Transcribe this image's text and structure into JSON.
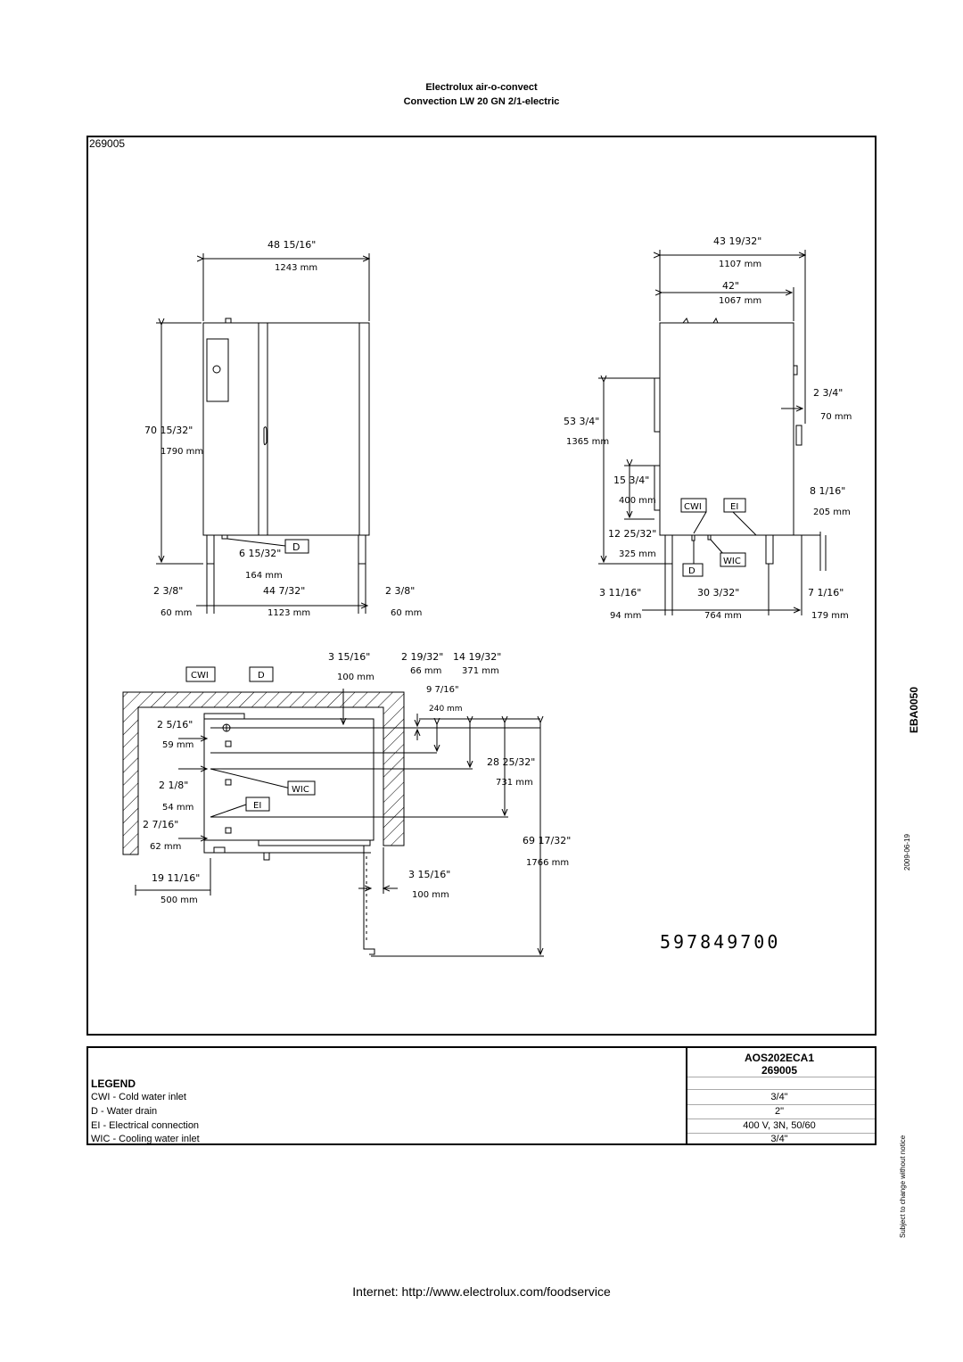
{
  "header": {
    "brand_line": "Electrolux air-o-convect",
    "model_line": "Convection LW 20 GN 2/1-electric"
  },
  "drawing": {
    "code": "269005",
    "reference_number": "597849700",
    "drawing_id": "EBA0050",
    "date": "2009-06-19",
    "front": {
      "width_in": "48 15/16\"",
      "width_mm": "1243 mm",
      "height_in": "70 15/32\"",
      "height_mm": "1790 mm",
      "drain_height_in": "6 15/32\"",
      "drain_height_mm": "164 mm",
      "left_in": "2 3/8\"",
      "left_mm": "60 mm",
      "center_in": "44 7/32\"",
      "center_mm": "1123 mm",
      "right_in": "2 3/8\"",
      "right_mm": "60 mm"
    },
    "side": {
      "depth_in": "43 19/32\"",
      "depth_mm": "1107 mm",
      "body_in": "42\"",
      "body_mm": "1067 mm",
      "top_in": "53 3/4\"",
      "top_mm": "1365 mm",
      "mid_in": "15 3/4\"",
      "mid_mm": "400 mm",
      "low_in": "12 25/32\"",
      "low_mm": "325 mm",
      "right_top_in": "2 3/4\"",
      "right_top_mm": "70 mm",
      "right_mid_in": "8 1/16\"",
      "right_mid_mm": "205 mm",
      "b1_in": "3 11/16\"",
      "b1_mm": "94 mm",
      "b2_in": "30 3/32\"",
      "b2_mm": "764 mm",
      "b3_in": "7 1/16\"",
      "b3_mm": "179 mm"
    },
    "plan": {
      "a_in": "3 15/16\"",
      "a_mm": "100 mm",
      "b_in": "2 19/32\"",
      "b_mm": "66 mm",
      "c_in": "14 19/32\"",
      "c_mm": "371 mm",
      "d_in": "9 7/16\"",
      "d_mm": "240 mm",
      "e_in": "2 5/16\"",
      "e_mm": "59 mm",
      "f_in": "2 1/8\"",
      "f_mm": "54 mm",
      "g_in": "2 7/16\"",
      "g_mm": "62 mm",
      "h_in": "19 11/16\"",
      "h_mm": "500 mm",
      "i_in": "28 25/32\"",
      "i_mm": "731 mm",
      "j_in": "69 17/32\"",
      "j_mm": "1766 mm",
      "k_in": "3 15/16\"",
      "k_mm": "100 mm"
    },
    "tags": {
      "cwi": "CWI",
      "d": "D",
      "ei": "EI",
      "wic": "WIC"
    }
  },
  "legend": {
    "model": "AOS202ECA1",
    "code": "269005",
    "title": "LEGEND",
    "rows": [
      {
        "label": "CWI - Cold water inlet",
        "value": "3/4\""
      },
      {
        "label": "D - Water drain",
        "value": "2\""
      },
      {
        "label": "EI - Electrical connection",
        "value": "400 V, 3N, 50/60"
      },
      {
        "label": "WIC - Cooling water inlet",
        "value": "3/4\""
      }
    ]
  },
  "side_notice": "Subject to change without notice",
  "footer": "Internet: http://www.electrolux.com/foodservice"
}
